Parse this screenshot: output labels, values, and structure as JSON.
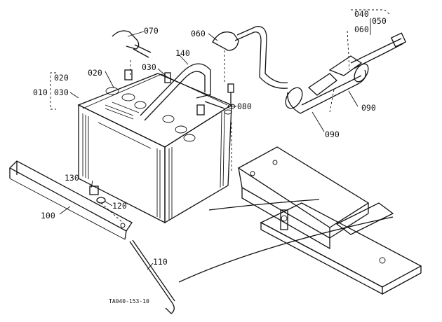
{
  "diagram": {
    "part_labels": [
      "070",
      "060",
      "140",
      "030",
      "020",
      "020",
      "010",
      "030",
      "080",
      "040",
      "050",
      "060",
      "090",
      "090",
      "130",
      "120",
      "100",
      "110"
    ],
    "reference": "TA040-153-10"
  }
}
